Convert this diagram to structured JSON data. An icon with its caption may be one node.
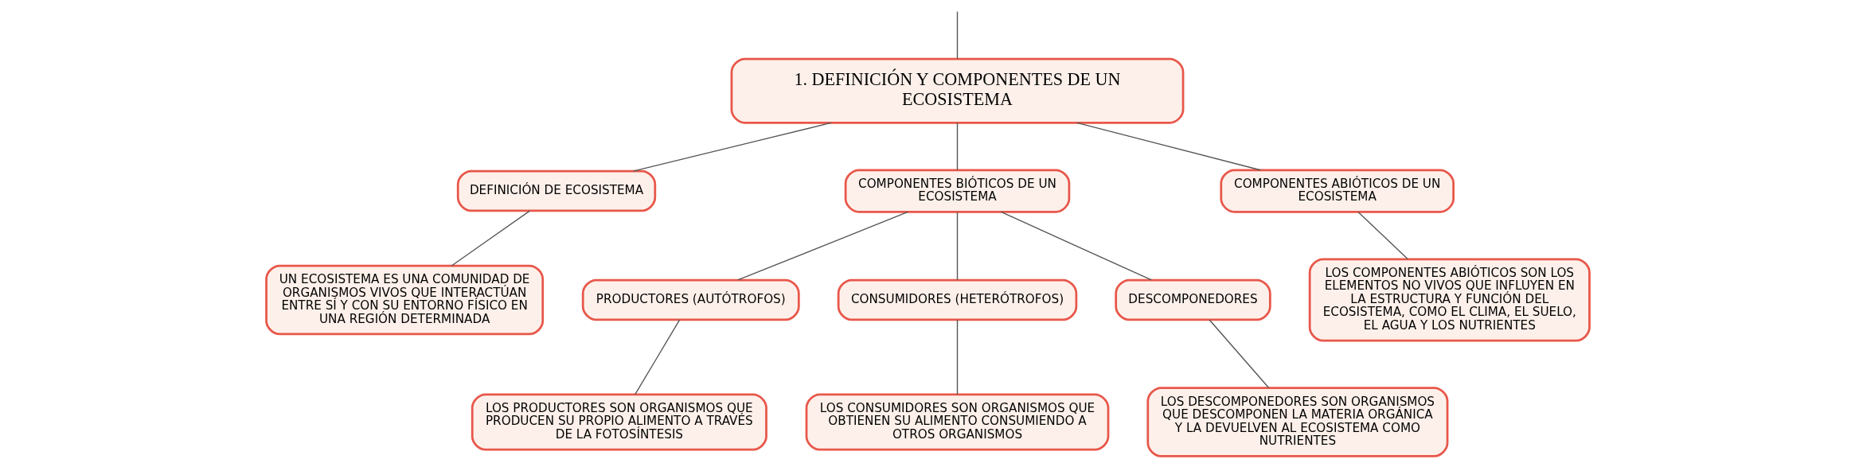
{
  "diagram": {
    "nodes": [
      {
        "text": [
          "1. DEFINICIÓN Y COMPONENTES DE UN ECOSISTEMA"
        ]
      },
      {
        "text": [
          "DEFINICIÓN DE ECOSISTEMA"
        ]
      },
      {
        "text": [
          "COMPONENTES BIÓTICOS DE UN ECOSISTEMA"
        ]
      },
      {
        "text": [
          "COMPONENTES ABIÓTICOS DE UN ECOSISTEMA"
        ]
      },
      {
        "text": [
          "UN ECOSISTEMA ES UNA COMUNIDAD DE ORGANISMOS VIVOS QUE INTERACTÚAN ENTRE SÍ Y CON SU ENTORNO FÍSICO EN UNA REGIÓN DETERMINADA"
        ]
      },
      {
        "text": [
          "PRODUCTORES (AUTÓTROFOS)"
        ]
      },
      {
        "text": [
          "CONSUMIDORES (HETERÓTROFOS)"
        ]
      },
      {
        "text": [
          "DESCOMPONEDORES"
        ]
      },
      {
        "text": [
          "LOS PRODUCTORES SON ORGANISMOS QUE PRODUCEN SU PROPIO ALIMENTO A TRAVÉS DE LA FOTOSÍNTESIS"
        ]
      },
      {
        "text": [
          "LOS CONSUMIDORES SON ORGANISMOS QUE OBTIENEN SU ALIMENTO CONSUMIENDO A OTROS ORGANISMOS"
        ]
      },
      {
        "text": [
          "LOS DESCOMPONEDORES SON ORGANISMOS QUE DESCOMPONEN LA MATERIA ORGÁNICA Y LA DEVUELVEN AL ECOSISTEMA COMO NUTRIENTES"
        ]
      },
      {
        "text": [
          "LOS COMPONENTES ABIÓTICOS SON LOS ELEMENTOS NO VIVOS QUE INFLUYEN EN LA ESTRUCTURA Y FUNCIÓN DEL ECOSISTEMA, COMO EL CLIMA, EL SUELO, EL AGUA Y LOS NUTRIENTES"
        ]
      }
    ],
    "edges": [
      {
        "from": null,
        "to": 0,
        "arrow": "none"
      },
      {
        "from": 0,
        "to": 1,
        "arrow": "none"
      },
      {
        "from": 0,
        "to": 2,
        "arrow": "none"
      },
      {
        "from": 0,
        "to": 3,
        "arrow": "none"
      },
      {
        "from": 1,
        "to": 4,
        "arrow": "none"
      },
      {
        "from": 2,
        "to": 5,
        "arrow": "none"
      },
      {
        "from": 2,
        "to": 6,
        "arrow": "none"
      },
      {
        "from": 2,
        "to": 7,
        "arrow": "none"
      },
      {
        "from": 5,
        "to": 8,
        "arrow": "none"
      },
      {
        "from": 6,
        "to": 9,
        "arrow": "none"
      },
      {
        "from": 7,
        "to": 10,
        "arrow": "none"
      },
      {
        "from": 3,
        "to": 11,
        "arrow": "none"
      }
    ]
  }
}
